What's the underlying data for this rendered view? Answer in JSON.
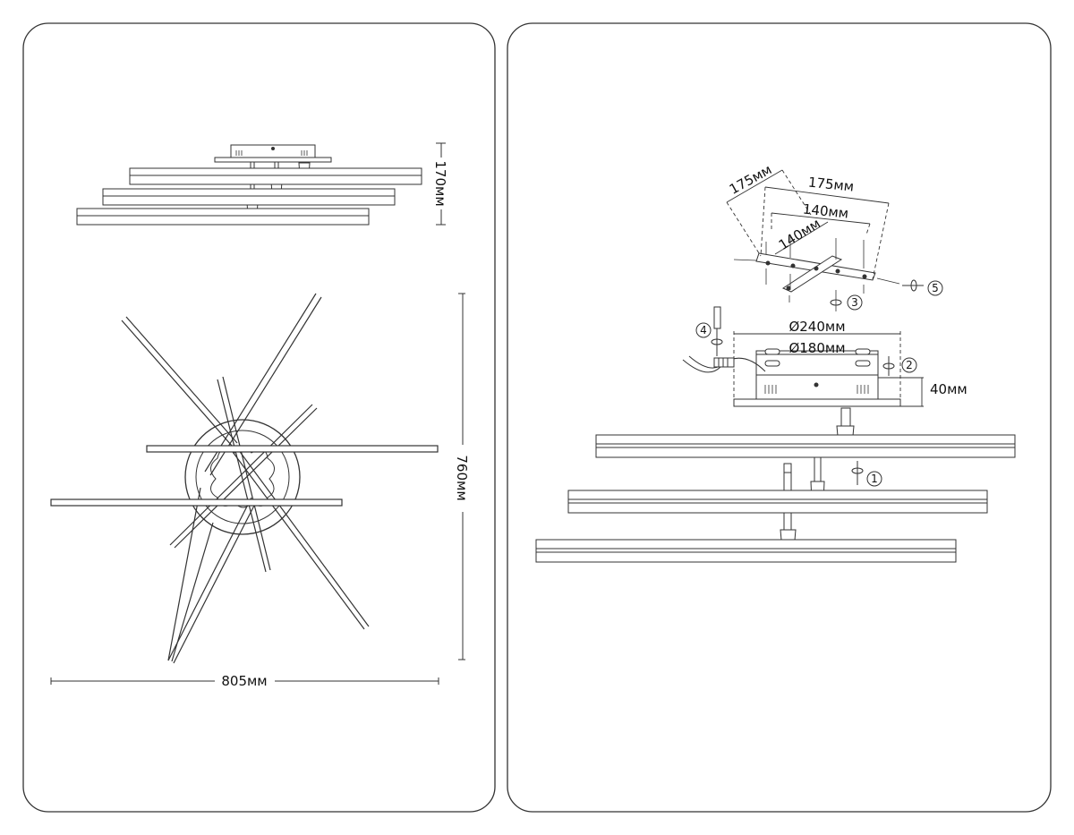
{
  "left_panel": {
    "side_view": {
      "height_label": "170мм"
    },
    "top_view": {
      "height_label": "760мм",
      "width_label": "805мм"
    }
  },
  "right_panel": {
    "bracket": {
      "label_a": "175мм",
      "label_b": "175мм",
      "label_c": "140мм",
      "label_d": "140мм"
    },
    "canopy": {
      "outer_diameter_label": "Ø240мм",
      "inner_diameter_label": "Ø180мм",
      "height_label": "40мм"
    },
    "steps": [
      "1",
      "2",
      "3",
      "4",
      "5"
    ]
  }
}
